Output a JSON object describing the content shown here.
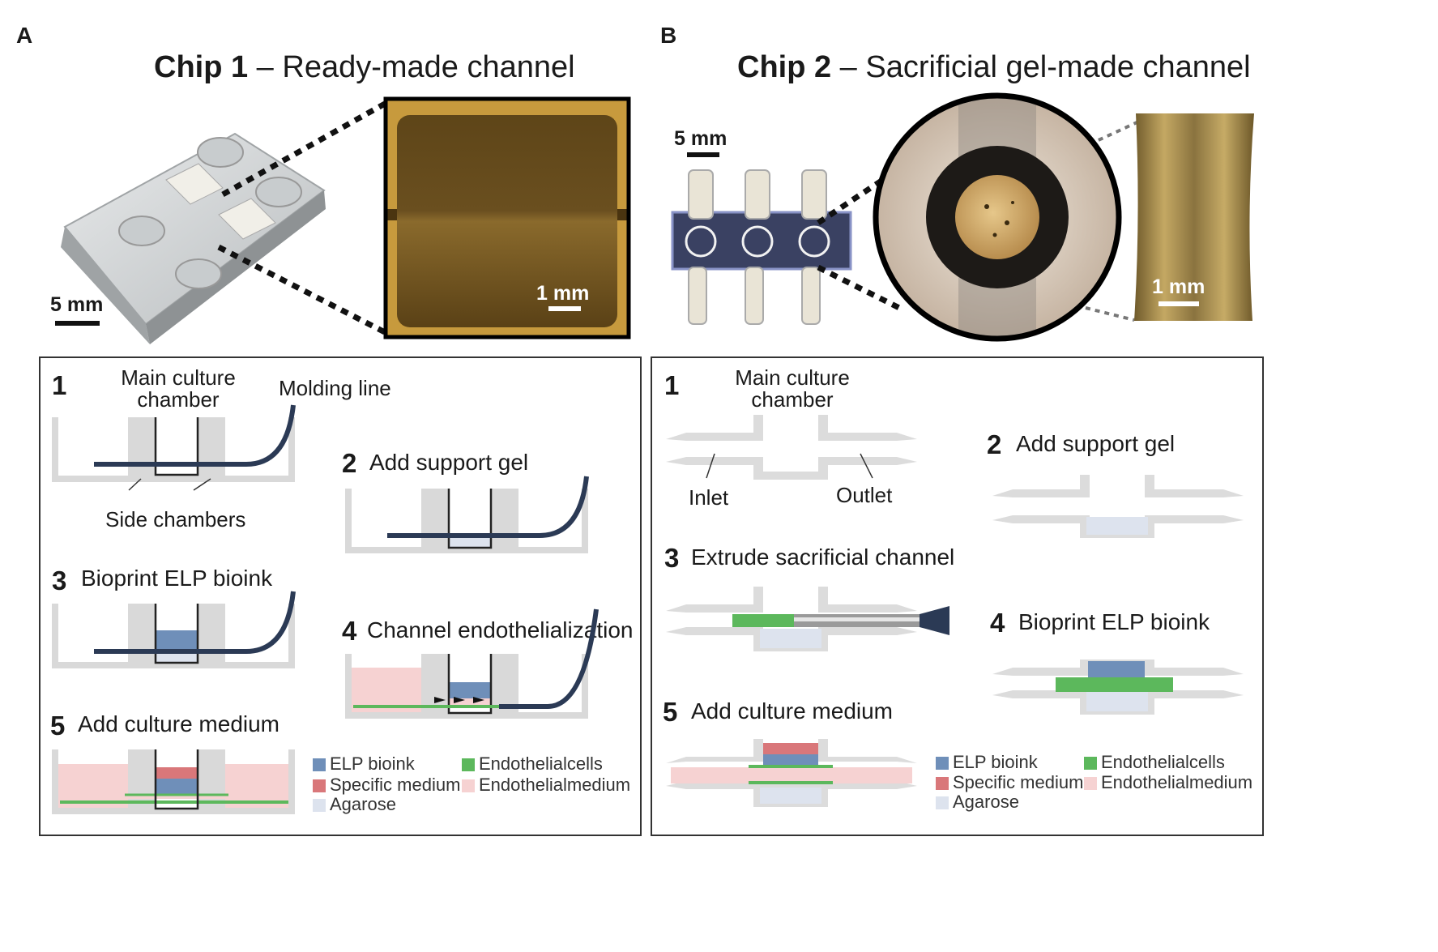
{
  "panels": {
    "a": {
      "letter": "A",
      "title_bold": "Chip 1",
      "title_rest": " – Ready-made channel",
      "scale_device": "5 mm",
      "scale_zoom": "1 mm",
      "steps": {
        "s1": {
          "num": "1",
          "chamber_label": "Main culture chamber",
          "molding_label": "Molding line",
          "side_label": "Side chambers"
        },
        "s2": {
          "num": "2",
          "text": "Add support gel"
        },
        "s3": {
          "num": "3",
          "text": "Bioprint ELP bioink"
        },
        "s4": {
          "num": "4",
          "text": "Channel endothelialization"
        },
        "s5": {
          "num": "5",
          "text": "Add culture medium"
        }
      },
      "legend": {
        "elp": "ELP bioink",
        "specific": "Specific medium",
        "agarose": "Agarose",
        "endo_cells": "Endothelialcells",
        "endo_medium": "Endothelialmedium"
      }
    },
    "b": {
      "letter": "B",
      "title_bold": "Chip 2",
      "title_rest": " – Sacrificial gel-made channel",
      "scale_device": "5 mm",
      "scale_zoom": "1 mm",
      "steps": {
        "s1": {
          "num": "1",
          "chamber_label": "Main culture chamber",
          "inlet_label": "Inlet",
          "outlet_label": "Outlet"
        },
        "s2": {
          "num": "2",
          "text": "Add support gel"
        },
        "s3": {
          "num": "3",
          "text": "Extrude sacrificial channel"
        },
        "s4": {
          "num": "4",
          "text": "Bioprint ELP bioink"
        },
        "s5": {
          "num": "5",
          "text": "Add culture medium"
        }
      },
      "legend": {
        "elp": "ELP bioink",
        "specific": "Specific medium",
        "agarose": "Agarose",
        "endo_cells": "Endothelialcells",
        "endo_medium": "Endothelialmedium"
      }
    }
  },
  "colors": {
    "elp": "#6f8fb9",
    "specific": "#d9777a",
    "agarose": "#dde3ee",
    "endo_cells": "#5cb85c",
    "endo_medium": "#f6d2d2",
    "chip_gray": "#d9d9d9",
    "molding_line": "#2b3a55"
  }
}
